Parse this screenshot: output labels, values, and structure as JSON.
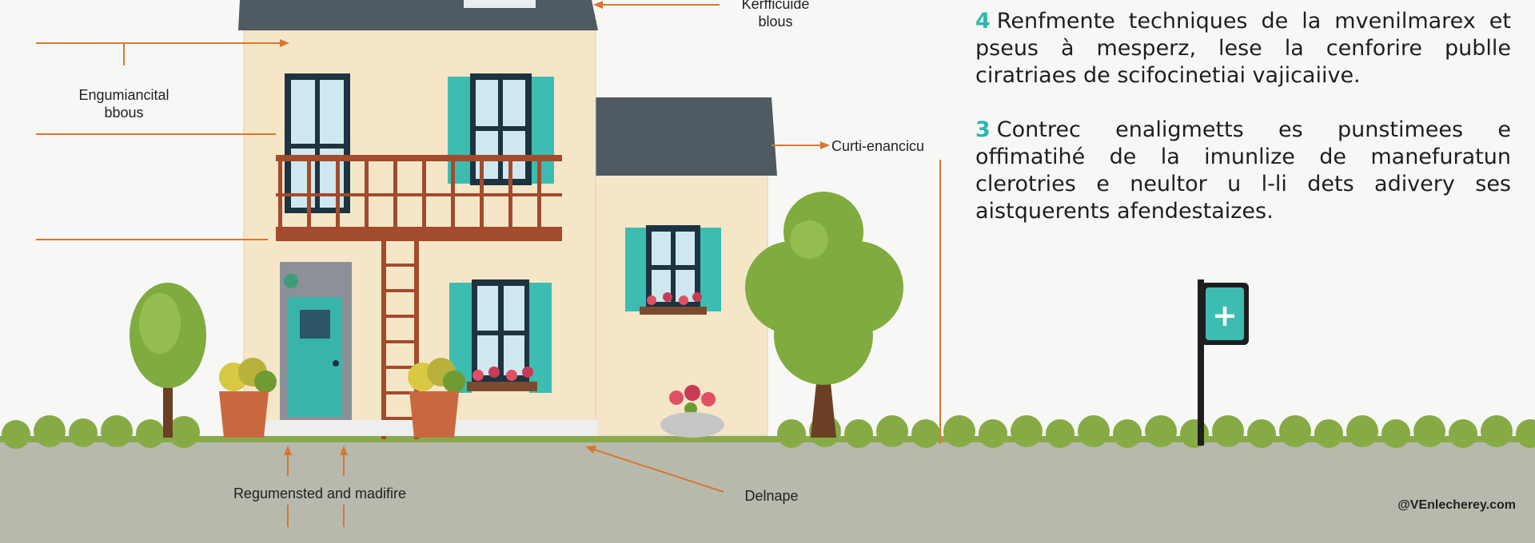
{
  "annotations": {
    "roof": [
      "Kerfficuide",
      "blous"
    ],
    "left_wall": [
      "Engumiancital",
      "bbous"
    ],
    "annex_roof": "Curti-enancicu",
    "foundation": "Regumensted and madifire",
    "ground": "Delnape"
  },
  "notes": [
    {
      "number": "4",
      "text": "Renfmente techniques de la mvenilmarex et pseus à mesperz, lese la cenforire publle ciratriaes de scifocinetiai vajicaiive."
    },
    {
      "number": "3",
      "text": "Contrec enaligmetts es punstimees e offimatihé de la imunlize de manefuratun clerotries e neultor u l-li dets adivery ses aistquerents afendestaizes."
    }
  ],
  "sign_symbol": "+",
  "credit": "@VEnlecherey.com",
  "colors": {
    "wall": "#f5e6c8",
    "roof": "#4f5a63",
    "shutter": "#3dbcb2",
    "railing": "#a24b2d",
    "tree": "#7fab3f",
    "ground": "#b7b9ad",
    "arrow": "#d9772f"
  }
}
